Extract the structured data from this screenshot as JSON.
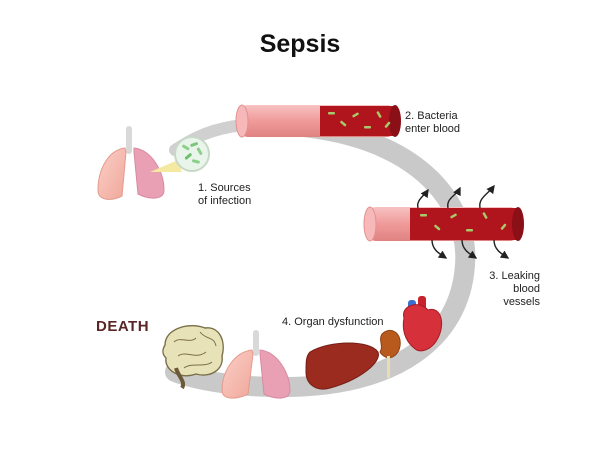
{
  "title": "Sepsis",
  "steps": [
    {
      "label": "1. Sources\nof infection"
    },
    {
      "label": "2. Bacteria\nenter blood"
    },
    {
      "label": "3. Leaking\nblood\nvessels"
    },
    {
      "label": "4. Organ dysfunction"
    }
  ],
  "outcome": "DEATH",
  "colors": {
    "arc": "#c9c9c9",
    "vessel": "#f2a5a5",
    "blood": "#b0151d",
    "bacteria": "#a8c96a",
    "arrow": "#222222"
  },
  "icons": [
    "lungs-icon",
    "bacteria-icon",
    "blood-vessel-icon",
    "heart-icon",
    "liver-icon",
    "kidney-icon",
    "brain-icon"
  ]
}
